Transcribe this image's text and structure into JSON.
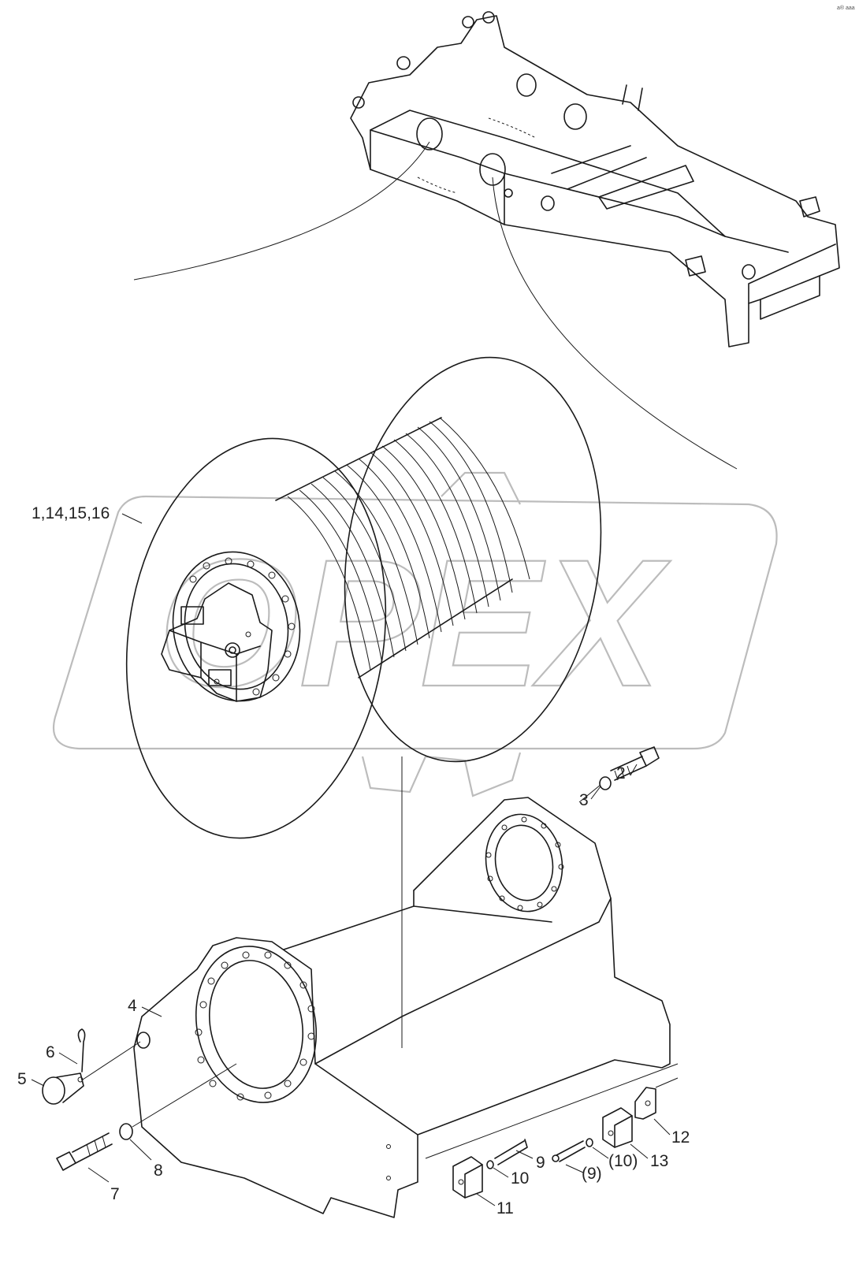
{
  "diagram": {
    "brand_watermark": "OPEX",
    "corner_mark": "a® aaa",
    "callouts": {
      "drum_assembly": "1,14,15,16",
      "bolt_top": "2",
      "washer_top": "3",
      "frame": "4",
      "pin": "5",
      "cotter_pin": "6",
      "bolt_bottom": "7",
      "washer_bottom": "8",
      "bolt_small": "9",
      "nut_small": "10",
      "bracket_11": "11",
      "plate_12": "12",
      "bracket_13": "13",
      "bolt_small_alt": "(9)",
      "nut_small_alt": "(10)"
    }
  }
}
